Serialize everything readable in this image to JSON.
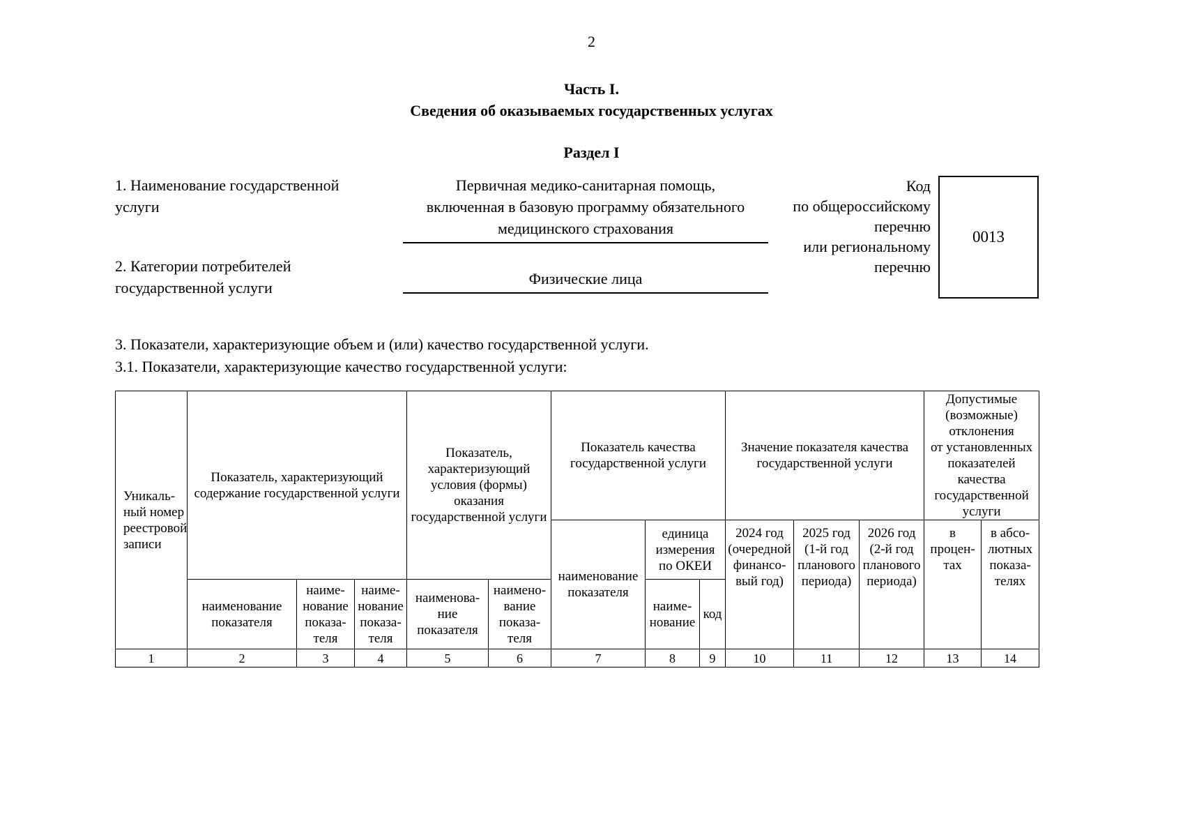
{
  "page_number": "2",
  "heading": {
    "part": "Часть I.",
    "subtitle": "Сведения об оказываемых государственных услугах",
    "section": "Раздел I"
  },
  "service": {
    "label": "1. Наименование государственной\nуслуги",
    "value": "Первичная медико-санитарная помощь,\nвключенная в базовую программу обязательного\nмедицинского страхования",
    "code_label": "Код\nпо общероссийскому\nперечню\nили региональному\nперечню",
    "code_value": "0013"
  },
  "consumers": {
    "label": "2. Категории потребителей\nгосударственной услуги",
    "value": "Физические лица"
  },
  "indicators": {
    "item3": "3. Показатели, характеризующие объем и (или) качество государственной услуги.",
    "item3_1": "3.1. Показатели, характеризующие качество государственной услуги:"
  },
  "quality_table": {
    "registry_number": "Уникаль-\nный номер\nреестровой\nзаписи",
    "group_content": "Показатель, характеризующий\nсодержание государственной услуги",
    "group_conditions": "Показатель,\nхарактеризующий\nусловия (формы)\nоказания\nгосударственной услуги",
    "group_quality": "Показатель качества\nгосударственной услуги",
    "group_value": "Значение показателя качества\nгосударственной услуги",
    "group_deviation": "Допустимые\n(возможные)\nотклонения\nот установленных\nпоказателей\nкачества\nгосударственной\nуслуги",
    "quality_name": "наименование\nпоказателя",
    "unit_okei": "единица\nизмерения\nпо ОКЕИ",
    "year_2024": "2024 год\n(очередной\nфинансо-\nвый год)",
    "year_2025": "2025 год\n(1-й год\nпланового\nпериода)",
    "year_2026": "2026 год\n(2-й год\nпланового\nпериода)",
    "percent": "в процен-\nтах",
    "absolute": "в абсо-\nлютных\nпоказа-\nтелях",
    "name_2": "наименование\nпоказателя",
    "name_3": "наиме-\nнование\nпоказа-\nтеля",
    "name_4": "наиме-\nнование\nпоказа-\nтеля",
    "name_5": "наименова-\nние\nпоказателя",
    "name_6": "наимено-\nвание\nпоказа-\nтеля",
    "unit_name": "наиме-\nнование",
    "unit_code": "код",
    "numbers": [
      "1",
      "2",
      "3",
      "4",
      "5",
      "6",
      "7",
      "8",
      "9",
      "10",
      "11",
      "12",
      "13",
      "14"
    ]
  }
}
